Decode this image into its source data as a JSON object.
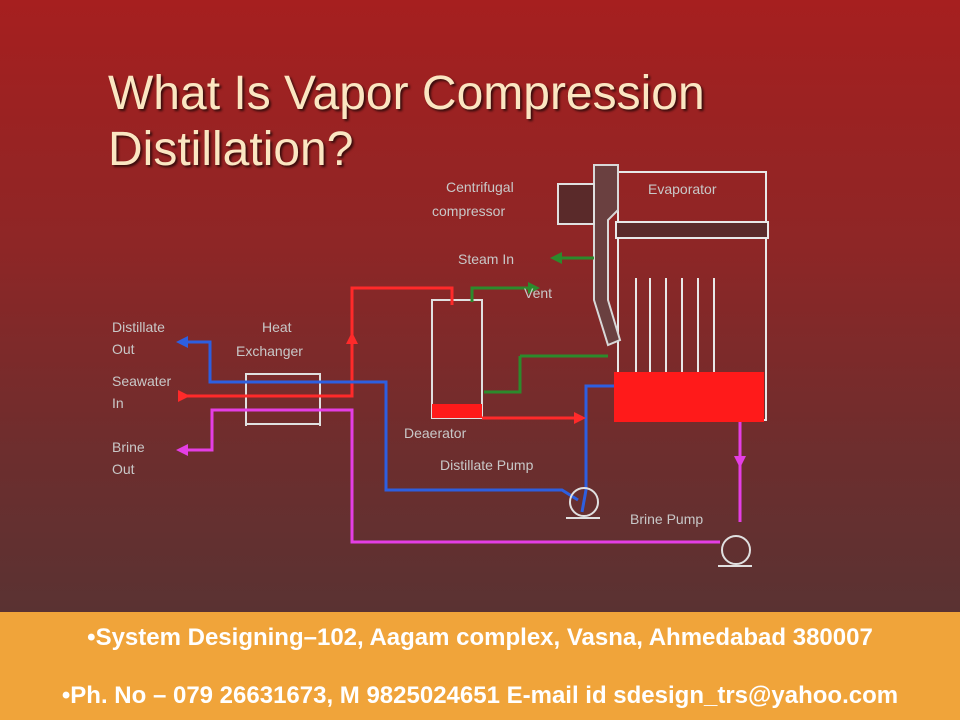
{
  "slide": {
    "title_line1": "What Is Vapor Compression",
    "title_line2": "Distillation?"
  },
  "diagram": {
    "labels": {
      "centrifugal_compressor_1": "Centrifugal",
      "centrifugal_compressor_2": "compressor",
      "evaporator": "Evaporator",
      "steam_in": "Steam In",
      "vent": "Vent",
      "distillate_out_1": "Distillate",
      "distillate_out_2": "Out",
      "heat_exchanger_1": "Heat",
      "heat_exchanger_2": "Exchanger",
      "seawater_in_1": "Seawater",
      "seawater_in_2": "In",
      "brine_out_1": "Brine",
      "brine_out_2": "Out",
      "deaerator": "Deaerator",
      "distillate_pump": "Distillate Pump",
      "brine_pump": "Brine Pump"
    },
    "colors": {
      "seawater": "#ff2a2a",
      "distillate": "#2d5fe0",
      "brine": "#e43ee4",
      "steam": "#2c8a2c",
      "vessel": "#e8e8e8"
    }
  },
  "footer": {
    "line1": "•System Designing–102, Aagam complex, Vasna, Ahmedabad 380007",
    "line2": "•Ph. No – 079 26631673, M 9825024651 E-mail id sdesign_trs@yahoo.com"
  }
}
